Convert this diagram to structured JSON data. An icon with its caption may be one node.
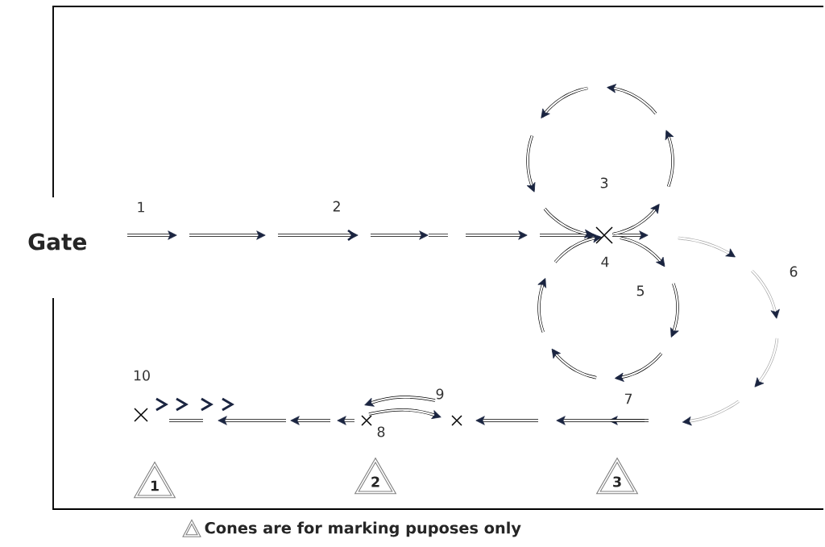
{
  "diagram": {
    "nodes": [
      {
        "text": [
          "1"
        ]
      },
      {
        "text": [
          "2"
        ]
      },
      {
        "text": [
          "3"
        ]
      }
    ],
    "labels": [
      "Gate",
      "1",
      "2",
      "3",
      "4",
      "5",
      "6",
      "7",
      "8",
      "9",
      "10"
    ],
    "legend": [
      {
        "text": "Cones are for marking puposes only"
      }
    ]
  }
}
